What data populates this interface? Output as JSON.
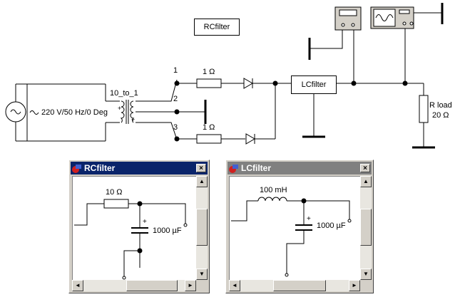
{
  "main": {
    "source_label": "220 V/50 Hz/0 Deg",
    "transformer_label": "10_to_1",
    "node_1": "1",
    "node_2": "2",
    "node_3": "3",
    "resistor_top": "1 Ω",
    "resistor_bottom": "1 Ω",
    "rcfilter_block": "RCfilter",
    "lcfilter_block": "LCfilter",
    "rload_name": "R load",
    "rload_value": "20 Ω"
  },
  "rc_window": {
    "title": "RCfilter",
    "resistor": "10 Ω",
    "capacitor": "1000 µF",
    "plus": "+"
  },
  "lc_window": {
    "title": "LCfilter",
    "inductor": "100 mH",
    "capacitor": "1000 µF",
    "plus": "+"
  },
  "controls": {
    "close": "×",
    "up": "▲",
    "down": "▼",
    "left": "◄",
    "right": "►"
  }
}
